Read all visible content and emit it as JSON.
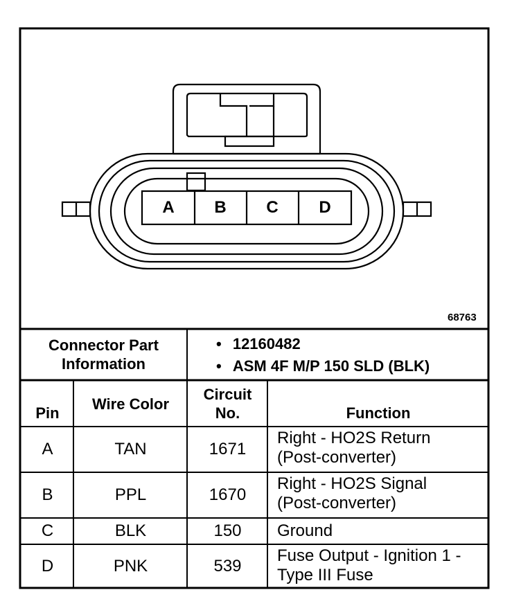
{
  "figure_number": "68763",
  "connector": {
    "pin_labels": [
      "A",
      "B",
      "C",
      "D"
    ]
  },
  "part_info": {
    "label": "Connector Part Information",
    "label_line1": "Connector Part",
    "label_line2": "Information",
    "items": [
      "12160482",
      "ASM 4F M/P 150 SLD (BLK)"
    ],
    "bullet": "•"
  },
  "table": {
    "headers": {
      "pin": "Pin",
      "wire_color": "Wire Color",
      "circuit_line1": "Circuit",
      "circuit_line2": "No.",
      "function": "Function"
    },
    "rows": [
      {
        "pin": "A",
        "wire_color": "TAN",
        "circuit": "1671",
        "function_line1": "Right - HO2S Return",
        "function_line2": "(Post-converter)"
      },
      {
        "pin": "B",
        "wire_color": "PPL",
        "circuit": "1670",
        "function_line1": "Right - HO2S Signal",
        "function_line2": "(Post-converter)"
      },
      {
        "pin": "C",
        "wire_color": "BLK",
        "circuit": "150",
        "function_line1": "Ground",
        "function_line2": ""
      },
      {
        "pin": "D",
        "wire_color": "PNK",
        "circuit": "539",
        "function_line1": "Fuse Output - Ignition 1 -",
        "function_line2": "Type III Fuse"
      }
    ]
  }
}
